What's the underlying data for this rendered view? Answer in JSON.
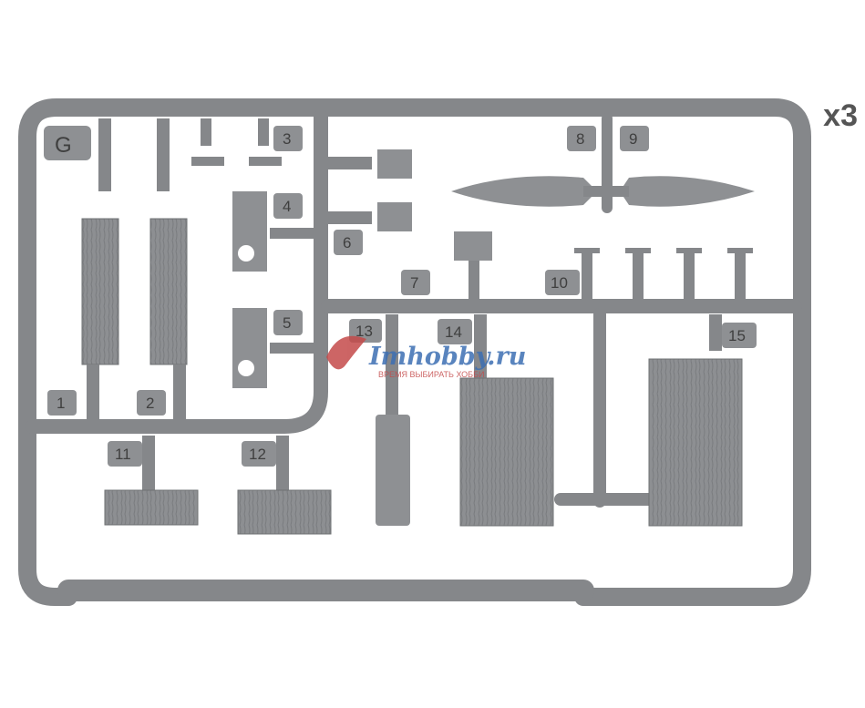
{
  "sprue": {
    "letter": "G",
    "multiplier": "x3",
    "part_numbers": [
      "1",
      "2",
      "3",
      "4",
      "5",
      "6",
      "7",
      "8",
      "9",
      "10",
      "11",
      "12",
      "13",
      "14",
      "15"
    ]
  },
  "watermark": {
    "title": "Imhobby.ru",
    "subtitle": "ВРЕМЯ ВЫБИРАТЬ ХОББИ"
  },
  "colors": {
    "plastic": "#8a8c8f",
    "plastic_light": "#a0a2a5",
    "plastic_dark": "#6e7073",
    "watermark_blue": "#3d6fb3",
    "watermark_red": "#c44a4a"
  }
}
